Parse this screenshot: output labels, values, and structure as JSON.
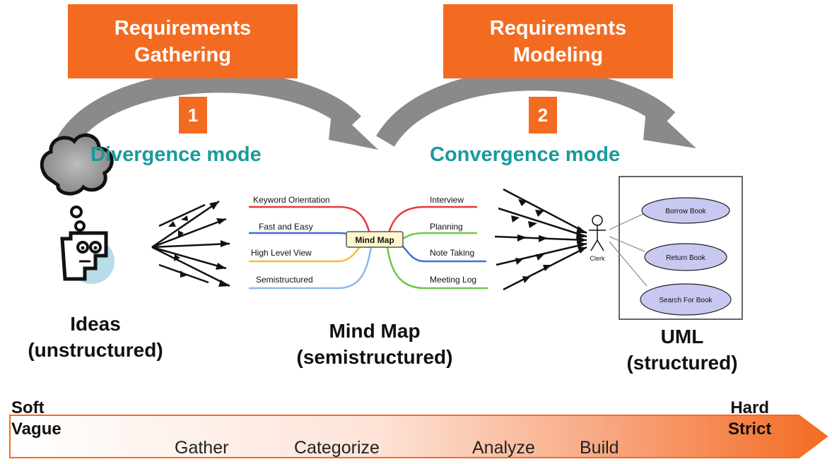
{
  "phases": [
    {
      "title_line1": "Requirements",
      "title_line2": "Gathering",
      "number": "1",
      "mode": "Divergence mode"
    },
    {
      "title_line1": "Requirements",
      "title_line2": "Modeling",
      "number": "2",
      "mode": "Convergence mode"
    }
  ],
  "stages": [
    {
      "line1": "Ideas",
      "line2": "(unstructured)"
    },
    {
      "line1": "Mind Map",
      "line2": "(semistructured)"
    },
    {
      "line1": "UML",
      "line2": "(structured)"
    }
  ],
  "mind_map": {
    "center": "Mind Map",
    "left_branches": [
      "Keyword Orientation",
      "Fast and Easy",
      "High Level View",
      "Semistructured"
    ],
    "right_branches": [
      "Interview",
      "Planning",
      "Note Taking",
      "Meeting Log"
    ]
  },
  "uml": {
    "actor": "Clerk",
    "use_cases": [
      "Borrow Book",
      "Return Book",
      "Search For Book"
    ]
  },
  "scale": {
    "left_top": "Soft",
    "left_bottom": "Vague",
    "right_top": "Hard",
    "right_bottom": "Strict",
    "activities": [
      "Gather",
      "Categorize",
      "Analyze",
      "Build"
    ]
  },
  "colors": {
    "accent_orange": "#f36b21",
    "mode_teal": "#1a9a9a",
    "arc_gray": "#8a8a8a"
  }
}
